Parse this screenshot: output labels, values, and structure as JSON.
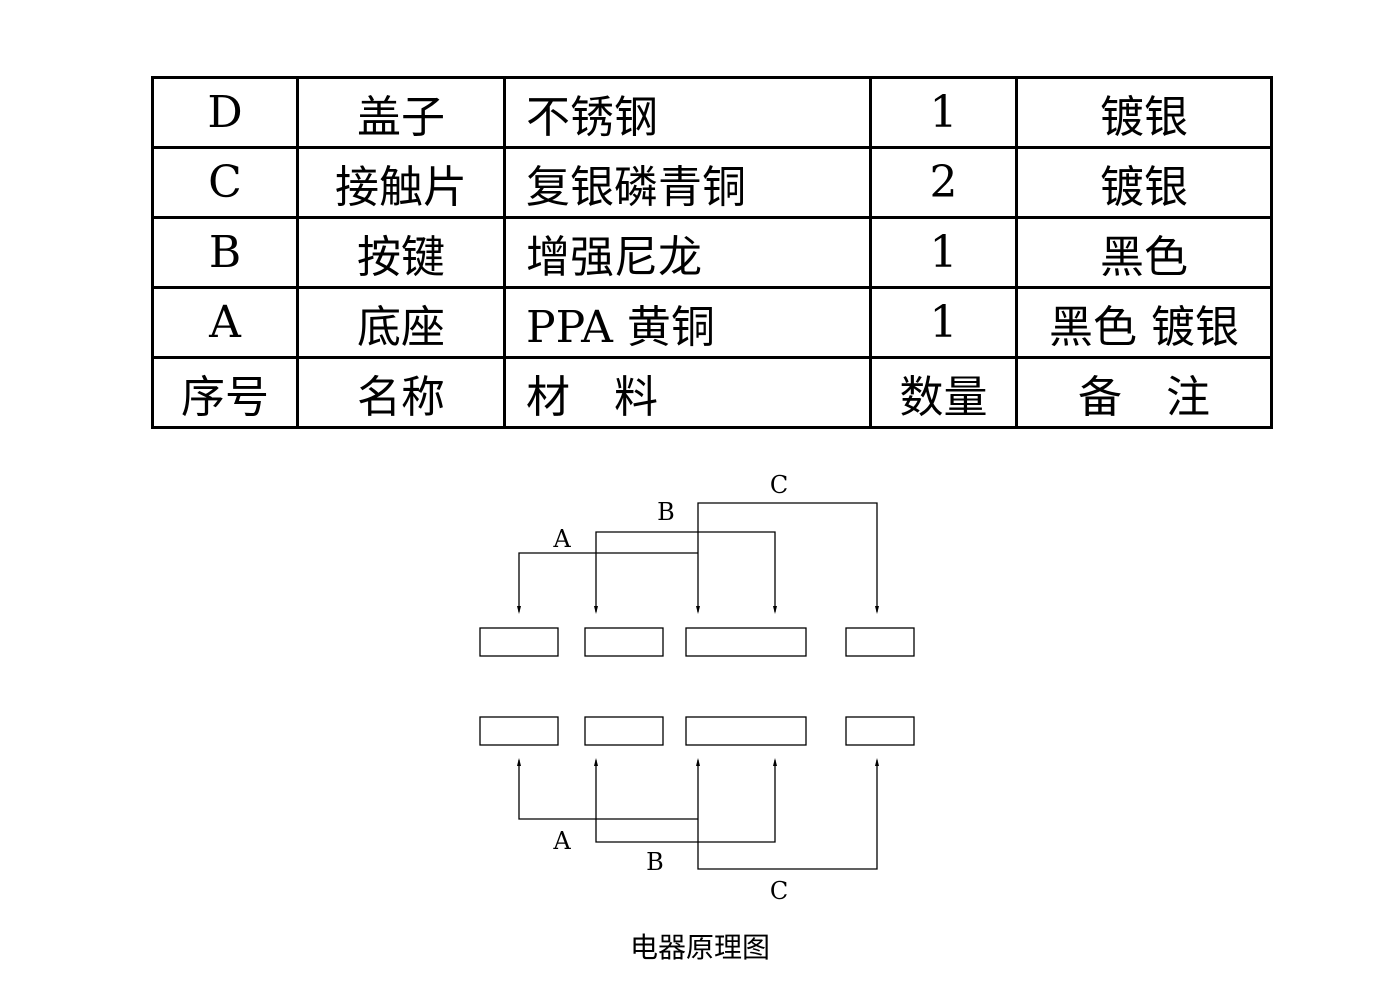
{
  "parts_table": {
    "rows": [
      {
        "no": "D",
        "name": "盖子",
        "material": "不锈钢",
        "qty": "1",
        "note": "镀银"
      },
      {
        "no": "C",
        "name": "接触片",
        "material": "复银磷青铜",
        "qty": "2",
        "note": "镀银"
      },
      {
        "no": "B",
        "name": "按键",
        "material": "增强尼龙",
        "qty": "1",
        "note": "黑色"
      },
      {
        "no": "A",
        "name": "底座",
        "material": "PPA 黄铜",
        "qty": "1",
        "note": "黑色 镀银"
      }
    ],
    "header": {
      "no": "序号",
      "name": "名称",
      "material": "材　料",
      "qty": "数量",
      "note": "备　注"
    }
  },
  "diagram": {
    "top_labels": {
      "a": "A",
      "b": "B",
      "c": "C"
    },
    "bottom_labels": {
      "a": "A",
      "b": "B",
      "c": "C"
    },
    "caption": "电器原理图"
  }
}
